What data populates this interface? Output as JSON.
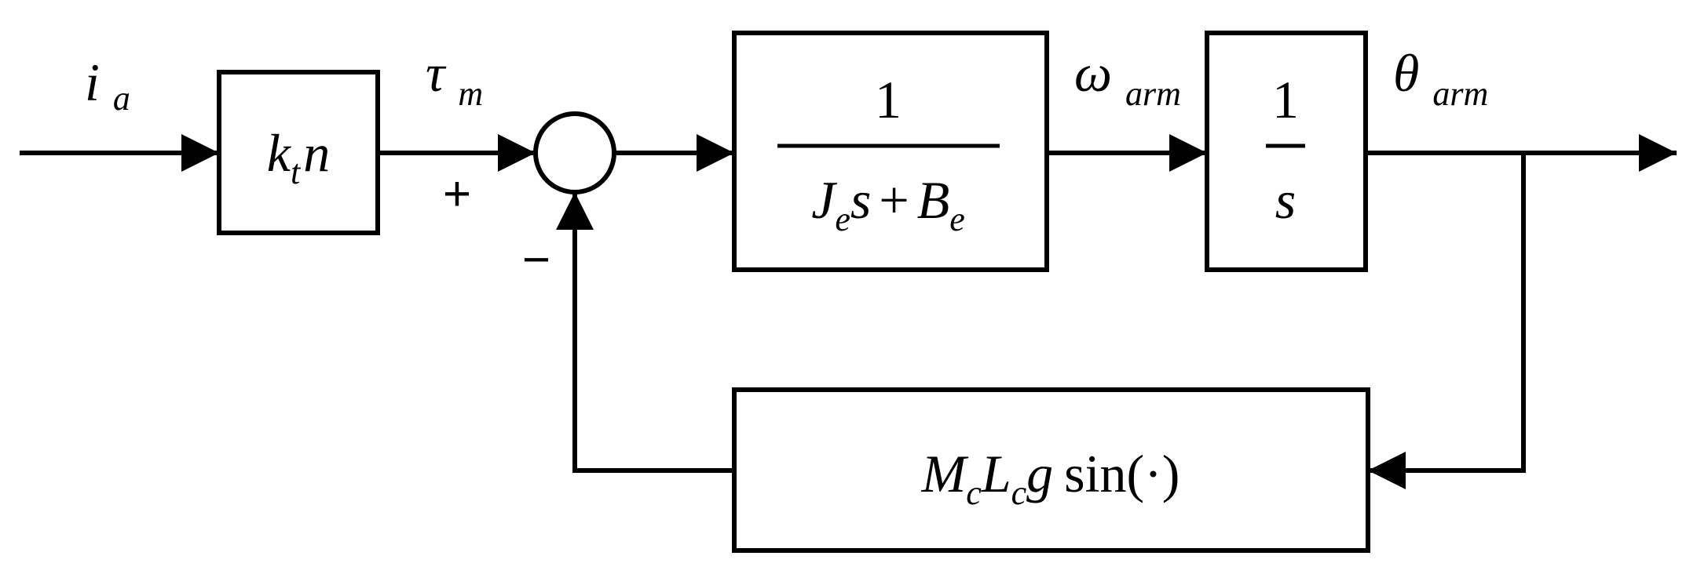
{
  "signals": {
    "input": {
      "base": "i",
      "sub": "a"
    },
    "motor_torque": {
      "base": "τ",
      "sub": "m"
    },
    "arm_velocity": {
      "base": "ω",
      "sub": "arm"
    },
    "arm_angle": {
      "base": "θ",
      "sub": "arm"
    }
  },
  "blocks": {
    "gain": {
      "k": "k",
      "t": "t",
      "n": "n"
    },
    "plant": {
      "numerator": "1",
      "J": "J",
      "Je_sub": "e",
      "s": "s",
      "plus": "+",
      "B": "B",
      "Be_sub": "e"
    },
    "integrator": {
      "numerator": "1",
      "denominator": "s"
    },
    "feedback": {
      "M": "M",
      "Mc_sub": "c",
      "L": "L",
      "Lc_sub": "c",
      "g": "g",
      "func": "sin(·)"
    }
  },
  "summing_junction": {
    "plus_sign": "+",
    "minus_sign": "−"
  }
}
